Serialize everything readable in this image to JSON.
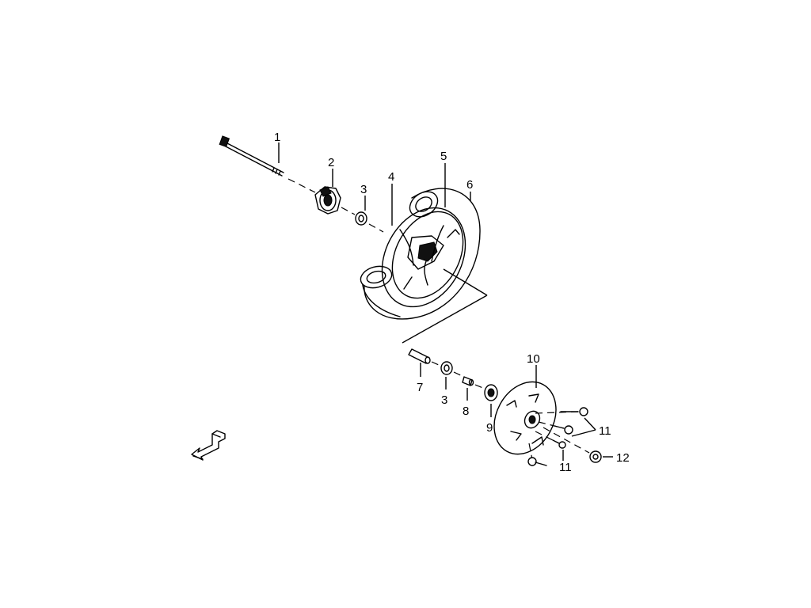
{
  "diagram": {
    "callouts": [
      {
        "id": "1",
        "text": "1"
      },
      {
        "id": "2",
        "text": "2"
      },
      {
        "id": "3a",
        "text": "3"
      },
      {
        "id": "4",
        "text": "4"
      },
      {
        "id": "5",
        "text": "5"
      },
      {
        "id": "6",
        "text": "6"
      },
      {
        "id": "7",
        "text": "7"
      },
      {
        "id": "3b",
        "text": "3"
      },
      {
        "id": "8",
        "text": "8"
      },
      {
        "id": "9",
        "text": "9"
      },
      {
        "id": "10",
        "text": "10"
      },
      {
        "id": "11a",
        "text": "11"
      },
      {
        "id": "11b",
        "text": "11"
      },
      {
        "id": "12",
        "text": "12"
      }
    ]
  }
}
